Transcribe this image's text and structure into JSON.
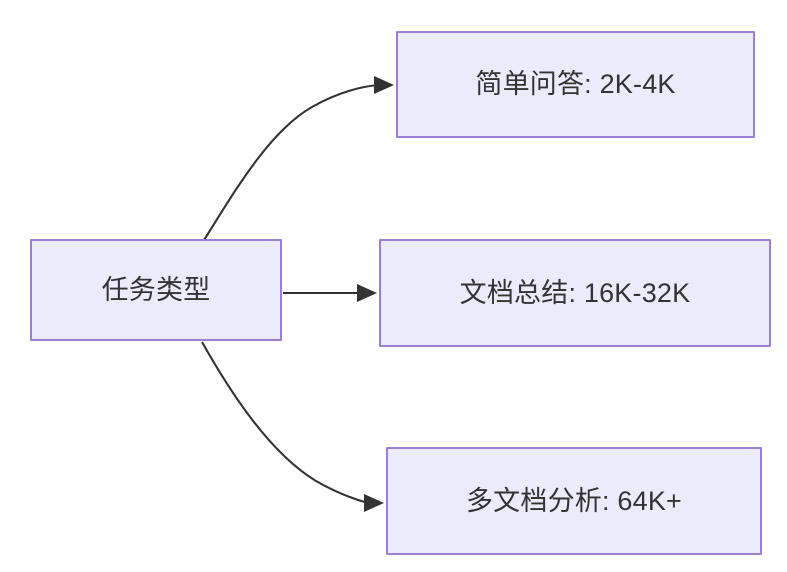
{
  "diagram": {
    "type": "flowchart",
    "direction": "left-to-right",
    "background_color": "#ffffff",
    "node_fill_color": "#ecebfc",
    "node_border_color": "#9a7fd4",
    "node_text_color": "#333333",
    "edge_color": "#333333",
    "root": {
      "id": "root",
      "label": "任务类型"
    },
    "branches": [
      {
        "id": "simple-qa",
        "label": "简单问答: 2K-4K",
        "task": "简单问答",
        "context_length": "2K-4K",
        "edge_style": "curved-up",
        "arrowhead": "filled-triangle"
      },
      {
        "id": "doc-summary",
        "label": "文档总结: 16K-32K",
        "task": "文档总结",
        "context_length": "16K-32K",
        "edge_style": "straight",
        "arrowhead": "filled-triangle"
      },
      {
        "id": "multi-doc",
        "label": "多文档分析: 64K+",
        "task": "多文档分析",
        "context_length": "64K+",
        "edge_style": "curved-down",
        "arrowhead": "filled-triangle"
      }
    ]
  }
}
